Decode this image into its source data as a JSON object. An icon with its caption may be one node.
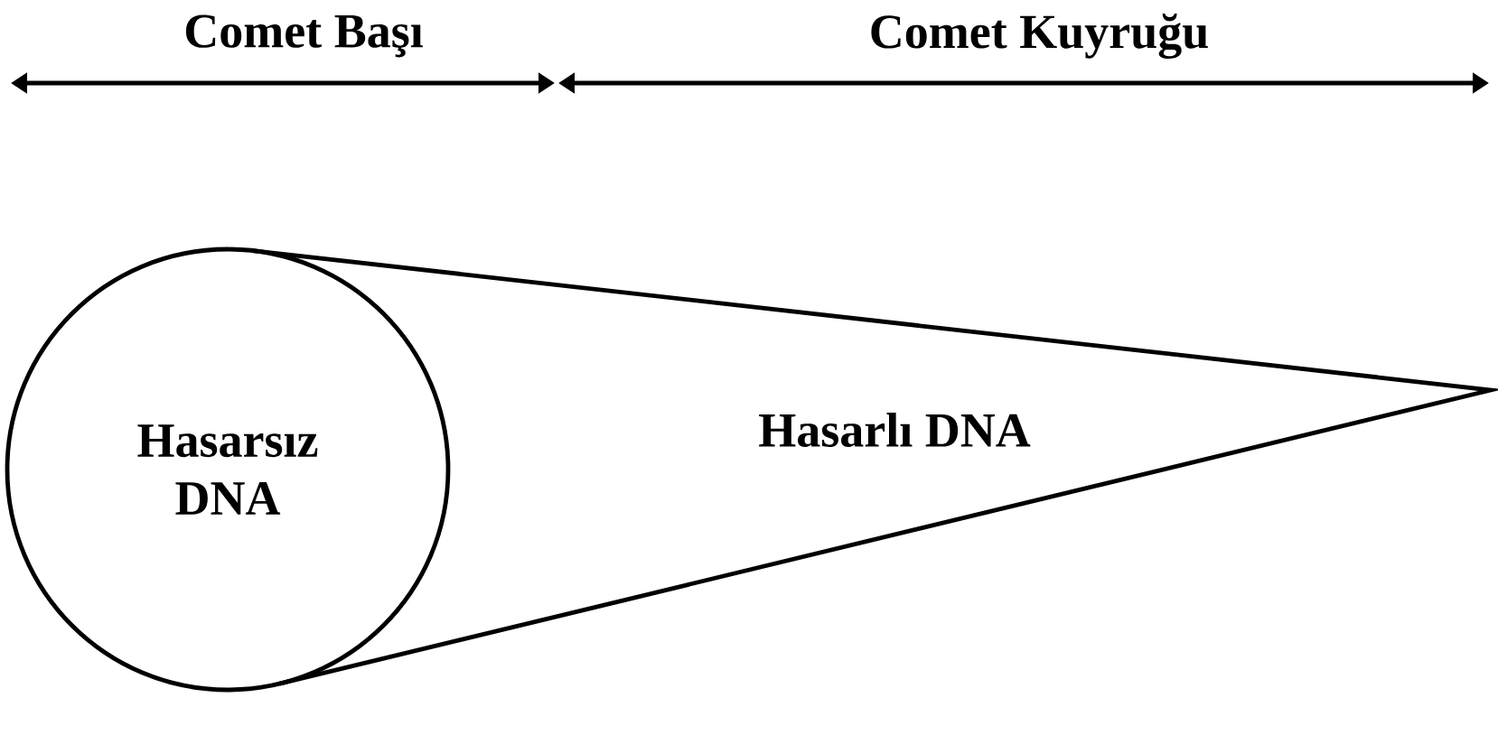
{
  "diagram": {
    "nodes": [
      {
        "text": [
          "Hasarsız DNA"
        ]
      },
      {
        "text": [
          "Hasarlı DNA"
        ]
      }
    ],
    "labels": [
      "Comet Başı",
      "Comet Kuyruğu"
    ]
  }
}
